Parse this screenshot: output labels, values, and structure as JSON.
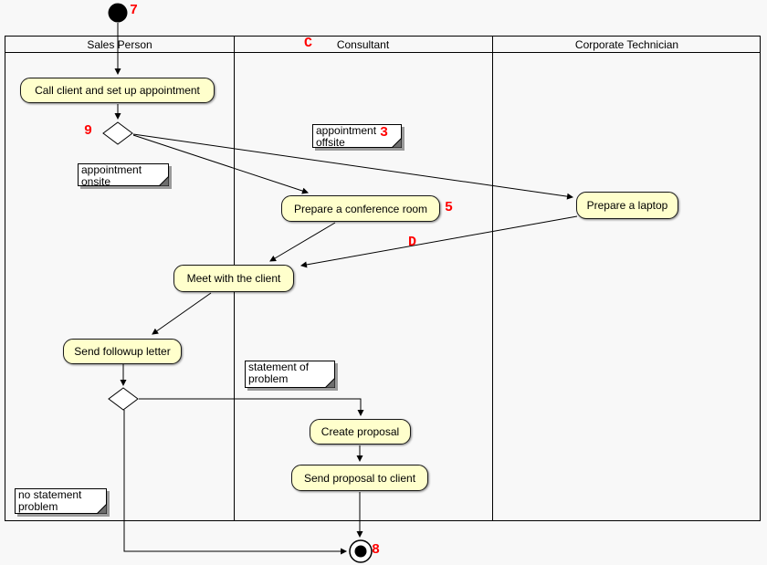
{
  "lanes": [
    {
      "label": "Sales Person"
    },
    {
      "label": "Consultant"
    },
    {
      "label": "Corporate Technician"
    }
  ],
  "activities": {
    "call_client": {
      "label": "Call client and set up appointment"
    },
    "prepare_conference": {
      "label": "Prepare a conference room"
    },
    "prepare_laptop": {
      "label": "Prepare a laptop"
    },
    "meet_client": {
      "label": "Meet with the client"
    },
    "send_followup": {
      "label": "Send followup letter"
    },
    "create_proposal": {
      "label": "Create proposal"
    },
    "send_proposal": {
      "label": "Send proposal to client"
    }
  },
  "notes": {
    "appointment_offsite": {
      "line1": "appointment",
      "line2": "offsite"
    },
    "appointment_onsite": {
      "line1": "appointment",
      "line2": "onsite"
    },
    "statement_of_problem": {
      "line1": "statement of",
      "line2": "problem"
    },
    "no_statement_problem": {
      "line1": "no statement",
      "line2": "problem"
    }
  },
  "markers": {
    "start_node": "7",
    "consultant_lane": "C",
    "offsite_note": "3",
    "decision_1": "9",
    "conference_activity": "5",
    "laptop_edge": "D",
    "end_node": "8"
  },
  "colors": {
    "activity_fill": "#ffffcc",
    "marker_red": "#ff0000",
    "note_fill": "#ffffff",
    "background": "#f8f8f8",
    "line": "#000000"
  }
}
